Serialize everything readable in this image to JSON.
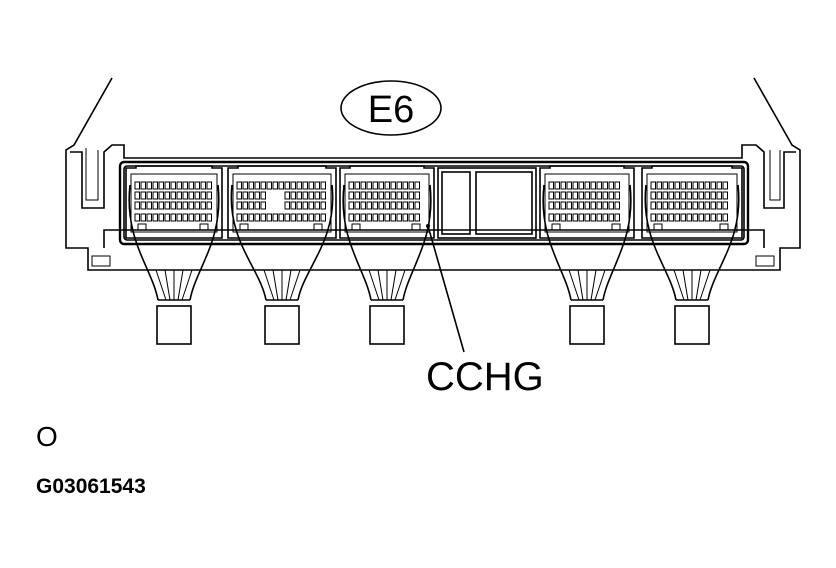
{
  "diagram": {
    "connector_label": "E6",
    "pin_label": "CCHG",
    "view_mark": "O",
    "figure_id": "G03061543",
    "colors": {
      "line": "#000000",
      "background": "#ffffff"
    }
  }
}
